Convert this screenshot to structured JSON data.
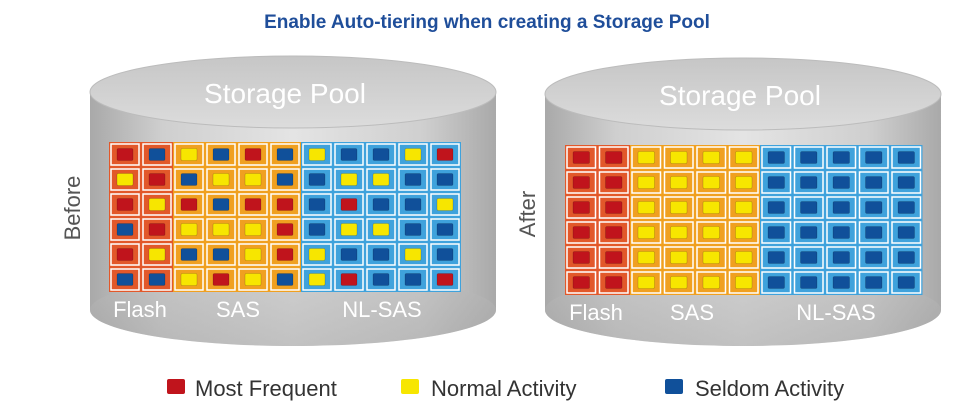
{
  "title": "Enable Auto-tiering when creating a Storage Pool",
  "colors": {
    "title": "#1f4e9a",
    "most_frequent": "#c0141c",
    "normal_activity": "#f7e600",
    "seldom_activity": "#10509a",
    "flash_tier": "#e2582a",
    "sas_tier": "#f0a020",
    "nlsas_tier": "#3fa2dc",
    "cylinder_body": "#c9c9c9",
    "cylinder_top": "#d9d9d9"
  },
  "pools": [
    {
      "id": "before",
      "side_label": "Before",
      "pool_label": "Storage Pool",
      "tier_labels": [
        "Flash",
        "SAS",
        "NL-SAS"
      ],
      "cells": [
        [
          "M",
          "S",
          "N",
          "S",
          "M",
          "S",
          "N",
          "S",
          "S",
          "N",
          "M"
        ],
        [
          "N",
          "M",
          "S",
          "N",
          "N",
          "S",
          "S",
          "N",
          "N",
          "S",
          "S"
        ],
        [
          "M",
          "N",
          "M",
          "S",
          "M",
          "M",
          "S",
          "M",
          "S",
          "S",
          "N"
        ],
        [
          "S",
          "M",
          "N",
          "N",
          "N",
          "M",
          "S",
          "N",
          "N",
          "S",
          "S"
        ],
        [
          "M",
          "N",
          "S",
          "S",
          "N",
          "M",
          "N",
          "S",
          "S",
          "N",
          "S"
        ],
        [
          "S",
          "S",
          "N",
          "M",
          "N",
          "S",
          "N",
          "M",
          "S",
          "S",
          "M"
        ]
      ]
    },
    {
      "id": "after",
      "side_label": "After",
      "pool_label": "Storage Pool",
      "tier_labels": [
        "Flash",
        "SAS",
        "NL-SAS"
      ],
      "cells": [
        [
          "M",
          "M",
          "N",
          "N",
          "N",
          "N",
          "S",
          "S",
          "S",
          "S",
          "S"
        ],
        [
          "M",
          "M",
          "N",
          "N",
          "N",
          "N",
          "S",
          "S",
          "S",
          "S",
          "S"
        ],
        [
          "M",
          "M",
          "N",
          "N",
          "N",
          "N",
          "S",
          "S",
          "S",
          "S",
          "S"
        ],
        [
          "M",
          "M",
          "N",
          "N",
          "N",
          "N",
          "S",
          "S",
          "S",
          "S",
          "S"
        ],
        [
          "M",
          "M",
          "N",
          "N",
          "N",
          "N",
          "S",
          "S",
          "S",
          "S",
          "S"
        ],
        [
          "M",
          "M",
          "N",
          "N",
          "N",
          "N",
          "S",
          "S",
          "S",
          "S",
          "S"
        ]
      ]
    }
  ],
  "legend": [
    {
      "key": "M",
      "label": "Most Frequent"
    },
    {
      "key": "N",
      "label": "Normal Activity"
    },
    {
      "key": "S",
      "label": "Seldom Activity"
    }
  ]
}
